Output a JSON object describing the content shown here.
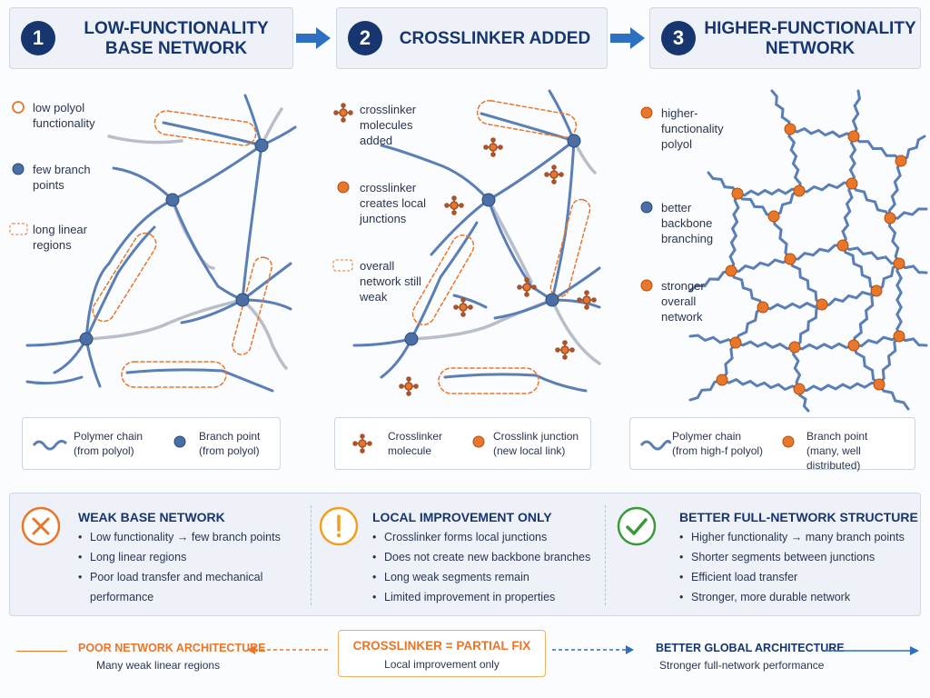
{
  "steps": [
    {
      "num": "1",
      "title": "LOW-FUNCTIONALITY\nBASE NETWORK"
    },
    {
      "num": "2",
      "title": "CROSSLINKER ADDED"
    },
    {
      "num": "3",
      "title": "HIGHER-FUNCTIONALITY\nNETWORK"
    }
  ],
  "panel1": {
    "labels": [
      "low polyol\nfunctionality",
      "few branch\npoints",
      "long linear\nregions"
    ],
    "legend": {
      "chain": "Polymer chain\n(from polyol)",
      "branch": "Branch point\n(from polyol)"
    }
  },
  "panel2": {
    "labels": [
      "crosslinker\nmolecules\nadded",
      "crosslinker\ncreates local\njunctions",
      "overall\nnetwork still\nweak"
    ],
    "legend": {
      "crosslinker": "Crosslinker\nmolecule",
      "junction": "Crosslink junction\n(new local link)"
    }
  },
  "panel3": {
    "labels": [
      "higher-\nfunctionality\npolyol",
      "better\nbackbone\nbranching",
      "stronger\noverall\nnetwork"
    ],
    "legend": {
      "chain": "Polymer chain\n(from high-f polyol)",
      "branch": "Branch point\n(many, well distributed)"
    }
  },
  "summary": [
    {
      "title": "WEAK BASE NETWORK",
      "icon": "x-icon",
      "color": "#e8762b",
      "items": [
        "Low functionality → few branch points",
        "Long linear regions",
        "Poor load transfer and mechanical\nperformance"
      ]
    },
    {
      "title": "LOCAL IMPROVEMENT ONLY",
      "icon": "exclamation-icon",
      "color": "#f0a020",
      "items": [
        "Crosslinker forms local junctions",
        "Does not create new backbone branches",
        "Long weak segments remain",
        "Limited improvement in properties"
      ]
    },
    {
      "title": "BETTER FULL-NETWORK STRUCTURE",
      "icon": "check-icon",
      "color": "#3a9a3a",
      "items": [
        "Higher functionality → many branch points",
        "Shorter segments between junctions",
        "Efficient load transfer",
        "Stronger, more durable network"
      ]
    }
  ],
  "footer": {
    "left_title": "POOR NETWORK ARCHITECTURE",
    "left_sub": "Many weak linear regions",
    "center_title": "CROSSLINKER = PARTIAL FIX",
    "center_sub": "Local improvement only",
    "right_title": "BETTER GLOBAL ARCHITECTURE",
    "right_sub": "Stronger full-network performance"
  },
  "colors": {
    "navy": "#17356e",
    "orange": "#e8762b",
    "chain": "#5b7fb5",
    "branch": "#4a6fa5",
    "grey_chain": "#b8bfc9"
  }
}
